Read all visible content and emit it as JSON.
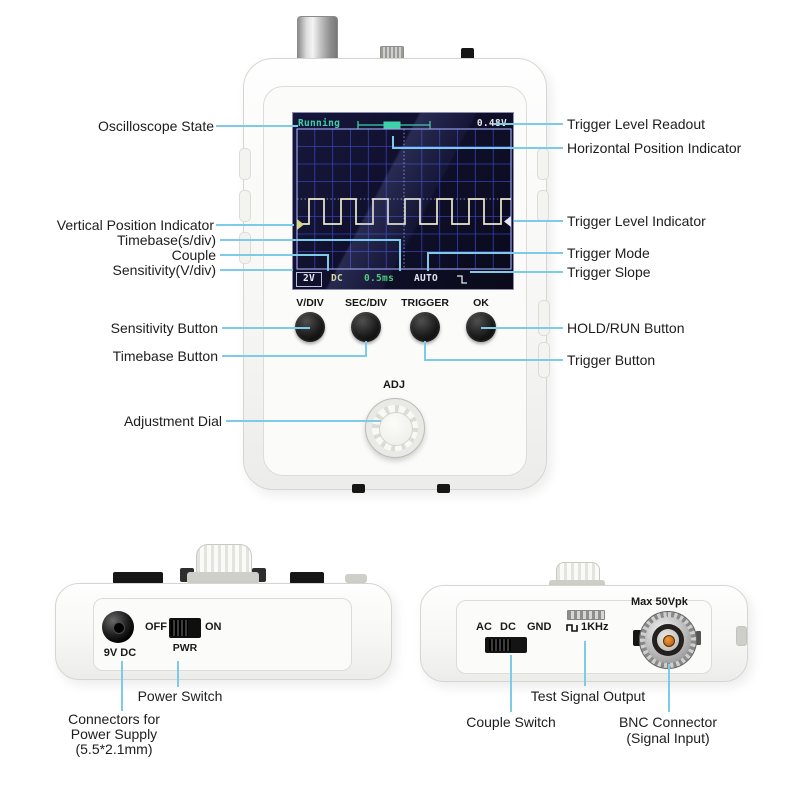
{
  "annotations": {
    "oscilloscope_state": "Oscilloscope State",
    "vertical_position_indicator": "Vertical Position Indicator",
    "timebase_sdiv": "Timebase(s/div)",
    "couple": "Couple",
    "sensitivity_vdiv": "Sensitivity(V/div)",
    "sensitivity_button": "Sensitivity Button",
    "timebase_button": "Timebase Button",
    "adjustment_dial": "Adjustment Dial",
    "trigger_level_readout": "Trigger Level Readout",
    "horizontal_position_indicator": "Horizontal Position Indicator",
    "trigger_level_indicator": "Trigger Level Indicator",
    "trigger_mode": "Trigger Mode",
    "trigger_slope": "Trigger Slope",
    "hold_run_button": "HOLD/RUN Button",
    "trigger_button": "Trigger Button",
    "power_switch": "Power Switch",
    "power_supply_line1": "Connectors for",
    "power_supply_line2": "Power Supply",
    "power_supply_line3": "(5.5*2.1mm)",
    "test_signal_output": "Test Signal Output",
    "couple_switch": "Couple Switch",
    "bnc_line1": "BNC Connector",
    "bnc_line2": "(Signal Input)"
  },
  "oscilloscope": {
    "screen": {
      "state": "Running",
      "trigger_level": "0.48V",
      "sensitivity": "2V",
      "couple": "DC",
      "timebase": "0.5ms",
      "trigger_mode": "AUTO"
    },
    "buttons": {
      "vdiv": "V/DIV",
      "secdiv": "SEC/DIV",
      "trigger": "TRIGGER",
      "ok": "OK"
    },
    "dial": "ADJ"
  },
  "left_view": {
    "dc_label": "9V DC",
    "off": "OFF",
    "on": "ON",
    "pwr": "PWR"
  },
  "right_view": {
    "ac": "AC",
    "dc": "DC",
    "gnd": "GND",
    "khz": "1KHz",
    "max": "Max 50Vpk"
  },
  "icons": {
    "trigger_slope": "falling-edge-icon",
    "test_signal": "square-wave-icon"
  },
  "colors": {
    "leader_line": "#7dcbe8",
    "screen_bg": "#10102c",
    "grid_line": "#3a42b8",
    "state_text": "#3fd0a8",
    "trigger_readout": "#e8e8ee",
    "couple_text": "#e2e29a",
    "timebase_text": "#4fd473",
    "waveform": "#ecead0",
    "bnc_pin": "#c96f1e"
  }
}
